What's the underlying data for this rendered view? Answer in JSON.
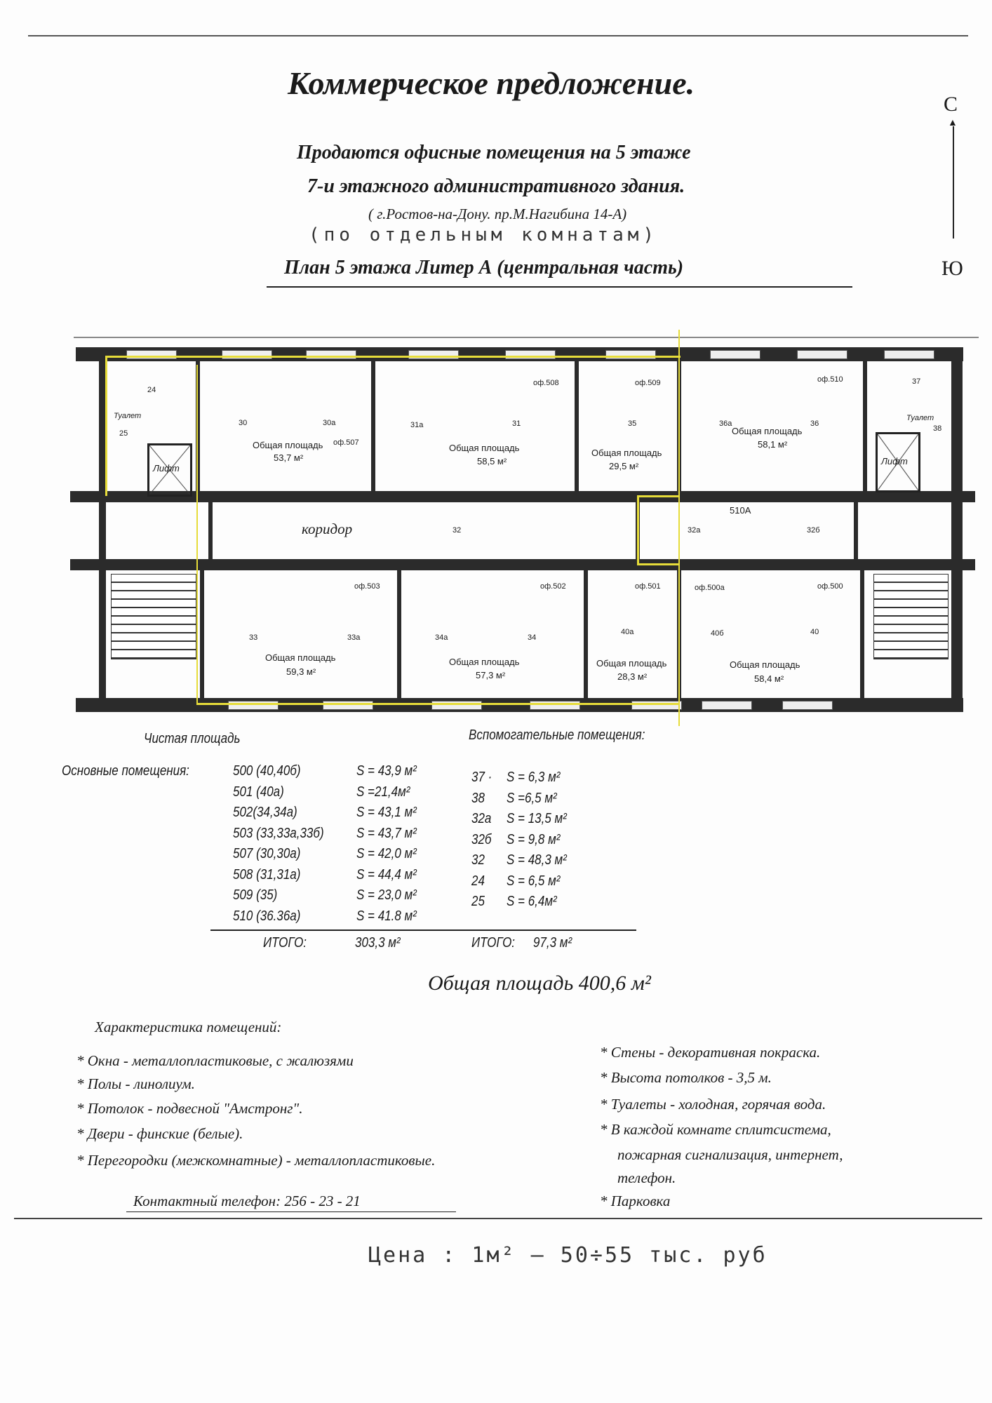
{
  "title": "Коммерческое предложение.",
  "subtitle_line1": "Продаются офисные помещения на 5 этаже",
  "subtitle_line2": "7-и этажного административного здания.",
  "address": "( г.Ростов-на-Дону. пр.М.Нагибина 14-А)",
  "handwritten_note": "(по отдельным комнатам)",
  "plan_title": "План 5 этажа  Литер А (центральная часть)",
  "compass": {
    "north": "С",
    "south": "Ю"
  },
  "plan": {
    "top_rooms": [
      {
        "office": "",
        "nums": [
          "24",
          "25"
        ],
        "label": "Туалет"
      },
      {
        "office": "оф.507",
        "nums": [
          "30",
          "30а"
        ],
        "area": "53,7 м²"
      },
      {
        "office": "оф.508",
        "nums": [
          "31а",
          "31"
        ],
        "area": "58,5 м²"
      },
      {
        "office": "оф.509",
        "nums": [
          "35"
        ],
        "area": "29,5 м²"
      },
      {
        "office": "оф.510",
        "nums": [
          "36а",
          "36"
        ],
        "area": "58,1 м²"
      },
      {
        "office": "",
        "nums": [
          "37",
          "38"
        ],
        "label": "Туалет"
      }
    ],
    "area_label": "Общая площадь",
    "lift": "Лифт",
    "corridor": {
      "label": "коридор",
      "num": "32",
      "room_510a": "510А",
      "num_a": "32а",
      "num_b": "32б"
    },
    "bottom_rooms": [
      {
        "office": "оф.503",
        "nums": [
          "33",
          "33а"
        ],
        "area": "59,3 м²"
      },
      {
        "office": "оф.502",
        "nums": [
          "34а",
          "34"
        ],
        "area": "57,3 м²"
      },
      {
        "office": "оф.501",
        "nums": [
          "40а"
        ],
        "area": "28,3 м²"
      },
      {
        "office": "оф.500а",
        "office2": "оф.500",
        "nums": [
          "40б",
          "40"
        ],
        "area": "58,4 м²"
      }
    ]
  },
  "table": {
    "net_header": "Чистая площадь",
    "aux_header": "Вспомогательные помещения:",
    "main_label": "Основные помещения:",
    "main_rows": [
      {
        "room": "500 (40,40б)",
        "s": "S = 43,9 м²"
      },
      {
        "room": "501 (40а)",
        "s": "S =21,4м²"
      },
      {
        "room": "502(34,34а)",
        "s": "S = 43,1 м²"
      },
      {
        "room": "503 (33,33а,33б)",
        "s": "S = 43,7 м²"
      },
      {
        "room": "507 (30,30а)",
        "s": "S = 42,0 м²"
      },
      {
        "room": "508 (31,31а)",
        "s": "S = 44,4 м²"
      },
      {
        "room": "509 (35)",
        "s": "S = 23,0 м²"
      },
      {
        "room": "510 (36.36а)",
        "s": "S = 41.8 м²"
      }
    ],
    "aux_rows": [
      {
        "room": "37 ·",
        "s": "S = 6,3 м²"
      },
      {
        "room": "38",
        "s": "S =6,5  м²"
      },
      {
        "room": "32а",
        "s": "S = 13,5 м²"
      },
      {
        "room": "32б",
        "s": "S = 9,8 м²"
      },
      {
        "room": "32",
        "s": "S = 48,3 м²"
      },
      {
        "room": "24",
        "s": "S = 6,5 м²"
      },
      {
        "room": "25",
        "s": "S = 6,4м²"
      }
    ],
    "total_label": "ИТОГО:",
    "main_total": "303,3 м²",
    "aux_total": "97,3 м²"
  },
  "total_area": "Общая площадь 400,6 м²",
  "features_title": "Характеристика помещений:",
  "features_left": [
    "* Окна - металлопластиковые, с жалюзями",
    "* Полы - линолиум.",
    "* Потолок - подвесной \"Амстронг\".",
    "* Двери - финские (белые).",
    "* Перегородки (межкомнатные) - металлопластиковые."
  ],
  "features_right": [
    "* Стены - декоративная покраска.",
    "* Высота потолков - 3,5 м.",
    "* Туалеты - холодная, горячая вода.",
    "* В каждой комнате сплитсистема,",
    "пожарная сигнализация, интернет,",
    "телефон.",
    "* Парковка"
  ],
  "contact": "Контактный телефон: 256 - 23 - 21",
  "price_note": "Цена : 1м² — 50÷55 тыс. руб"
}
